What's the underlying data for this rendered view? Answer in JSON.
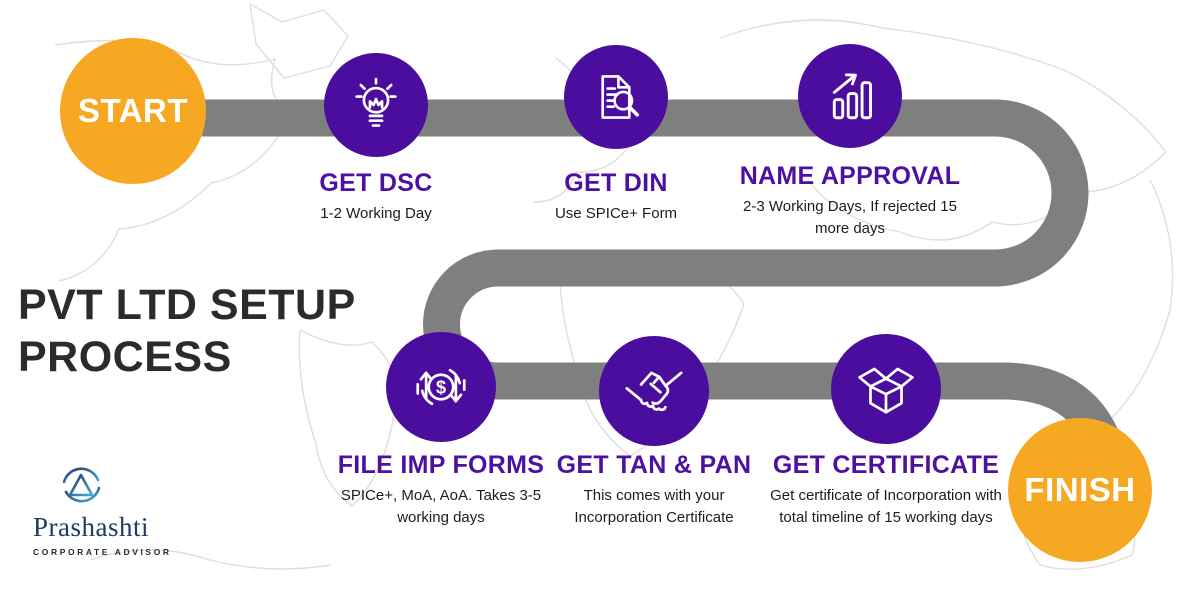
{
  "title": {
    "line1": "PVT LTD SETUP",
    "line2": "PROCESS"
  },
  "route": {
    "start_label": "START",
    "finish_label": "FINISH"
  },
  "steps": [
    {
      "title": "GET DSC",
      "description": "1-2 Working Day",
      "icon": "lightbulb-idea-icon"
    },
    {
      "title": "GET DIN",
      "description": "Use SPICe+ Form",
      "icon": "document-search-icon"
    },
    {
      "title": "NAME APPROVAL",
      "description": "2-3 Working Days, If rejected 15 more days",
      "icon": "growth-chart-icon"
    },
    {
      "title": "FILE IMP FORMS",
      "description": "SPICe+, MoA, AoA. Takes 3-5 working days",
      "icon": "money-exchange-icon"
    },
    {
      "title": "GET TAN & PAN",
      "description": "This comes with your Incorporation Certificate",
      "icon": "handshake-icon"
    },
    {
      "title": "GET CERTIFICATE",
      "description": "Get certificate of Incorporation with total timeline of 15 working days",
      "icon": "open-box-icon"
    }
  ],
  "logo": {
    "name": "Prashashti",
    "tagline": "CORPORATE ADVISOR"
  },
  "colors": {
    "purple": "#4A0D9E",
    "heading-purple": "#4C10A2",
    "yellow": "#F7A823",
    "path-gray": "#7F7F7F",
    "title-black": "#2B2B2B",
    "body-text": "#1C1C1C",
    "map-line": "#DEDEDE",
    "logo-navy": "#1C3D63",
    "logo-blue": "#4FA8D8"
  }
}
